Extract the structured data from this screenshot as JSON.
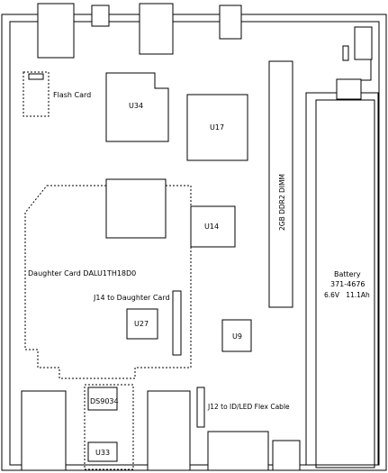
{
  "labels": {
    "flash_card": "Flash Card",
    "u34": "U34",
    "u17": "U17",
    "u14": "U14",
    "dimm": "2GB DDR2 DIMM",
    "daughter_card": "Daughter Card DALU1TH18D0",
    "j14": "J14 to Daughter Card",
    "u27": "U27",
    "u9": "U9",
    "ds9034": "DS9034",
    "u33": "U33",
    "j12": "J12 to ID/LED Flex Cable",
    "battery_title": "Battery",
    "battery_part": "371-4676",
    "battery_spec": "6.6V   11.1Ah"
  }
}
